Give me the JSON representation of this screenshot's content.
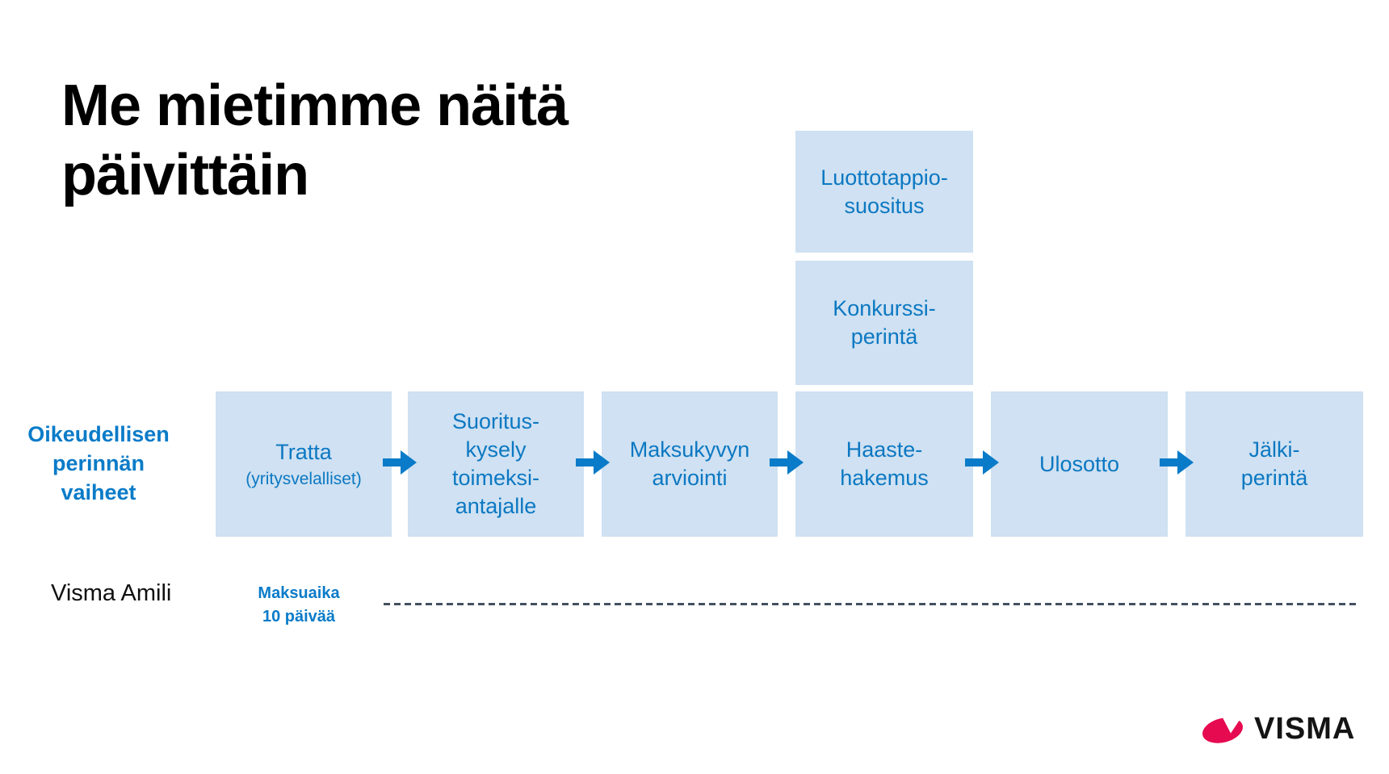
{
  "title": "Me mietimme näitä\npäivittäin",
  "flow": {
    "label": "Oikeudellisen\nperinnän\nvaiheet",
    "steps": [
      {
        "label": "Tratta",
        "sublabel": "(yritysvelalliset)"
      },
      {
        "label": "Suoritus-\nkysely\ntoimeksi-\nantajalle"
      },
      {
        "label": "Maksukyvyn\narviointi"
      },
      {
        "label": "Haaste-\nhakemus"
      },
      {
        "label": "Ulosotto"
      },
      {
        "label": "Jälki-\nperintä"
      }
    ],
    "branch_steps": [
      {
        "label": "Luottotappio-\nsuositus"
      },
      {
        "label": "Konkurssi-\nperintä"
      }
    ]
  },
  "timeline": {
    "product_label": "Visma Amili",
    "note": "Maksuaika\n10 päivää"
  },
  "logo": {
    "wordmark": "VISMA"
  },
  "colors": {
    "accent_blue": "#0A7BC8",
    "box_fill": "#CFE1F2",
    "dash_line": "#435060",
    "logo_red": "#E60A50",
    "title_black": "#000000"
  }
}
